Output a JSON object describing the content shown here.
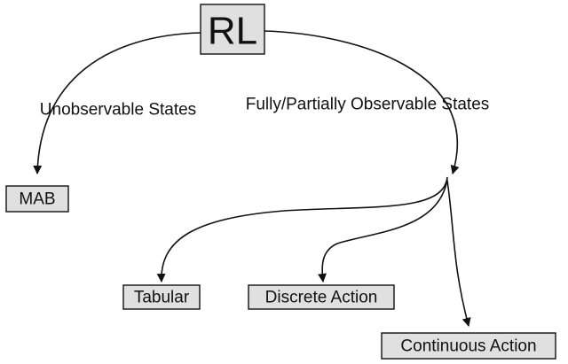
{
  "nodes": {
    "rl": {
      "label": "RL"
    },
    "mab": {
      "label": "MAB"
    },
    "tabular": {
      "label": "Tabular"
    },
    "discrete_action": {
      "label": "Discrete Action"
    },
    "continuous_action": {
      "label": "Continuous Action"
    }
  },
  "edges": {
    "unobservable": {
      "label": "Unobservable States"
    },
    "observable": {
      "label": "Fully/Partially Observable States"
    }
  }
}
